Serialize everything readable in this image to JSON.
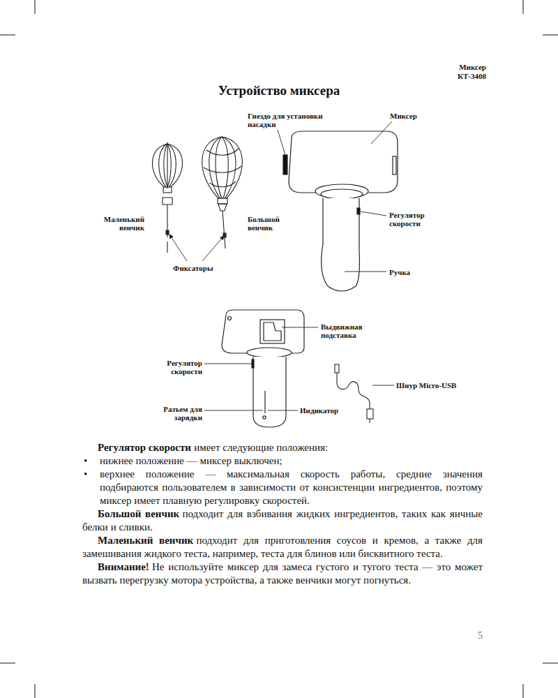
{
  "diagram": {
    "title": "Устройство миксера",
    "labels": [
      "Миксер",
      "КТ-3408",
      "Гнездо для установки насадки",
      "Миксер",
      "Маленький венчик",
      "Большой венчик",
      "Регулятор скорости",
      "Фиксаторы",
      "Ручка",
      "Выдвижная подставка",
      "Регулятор скорости",
      "Шнур Micro-USB",
      "Разъем для зарядки",
      "Индикатор",
      "Регулятор скорости",
      "имеет следующие положения:",
      "•",
      "нижнее положение — миксер выключен;",
      "•",
      "верхнее положение — максимальная скорость работы, средние значения подбираются пользователем в зависимости от консистенции ингредиентов, поэтому миксер имеет плавную регулировку скоростей.",
      "Большой венчик",
      "подходит для взбивания жидких ингредиентов, таких как яичные белки и сливки.",
      "Маленький венчик",
      "подходит для приготовления соусов и кремов, а также для замешивания жидкого теста, например, теста для блинов или бисквитного теста.",
      "Внимание!",
      "Не используйте миксер для замеса густого и тугого теста — это может вызвать перегрузку мотора устройства, а также венчики могут погнуться.",
      "5"
    ]
  }
}
